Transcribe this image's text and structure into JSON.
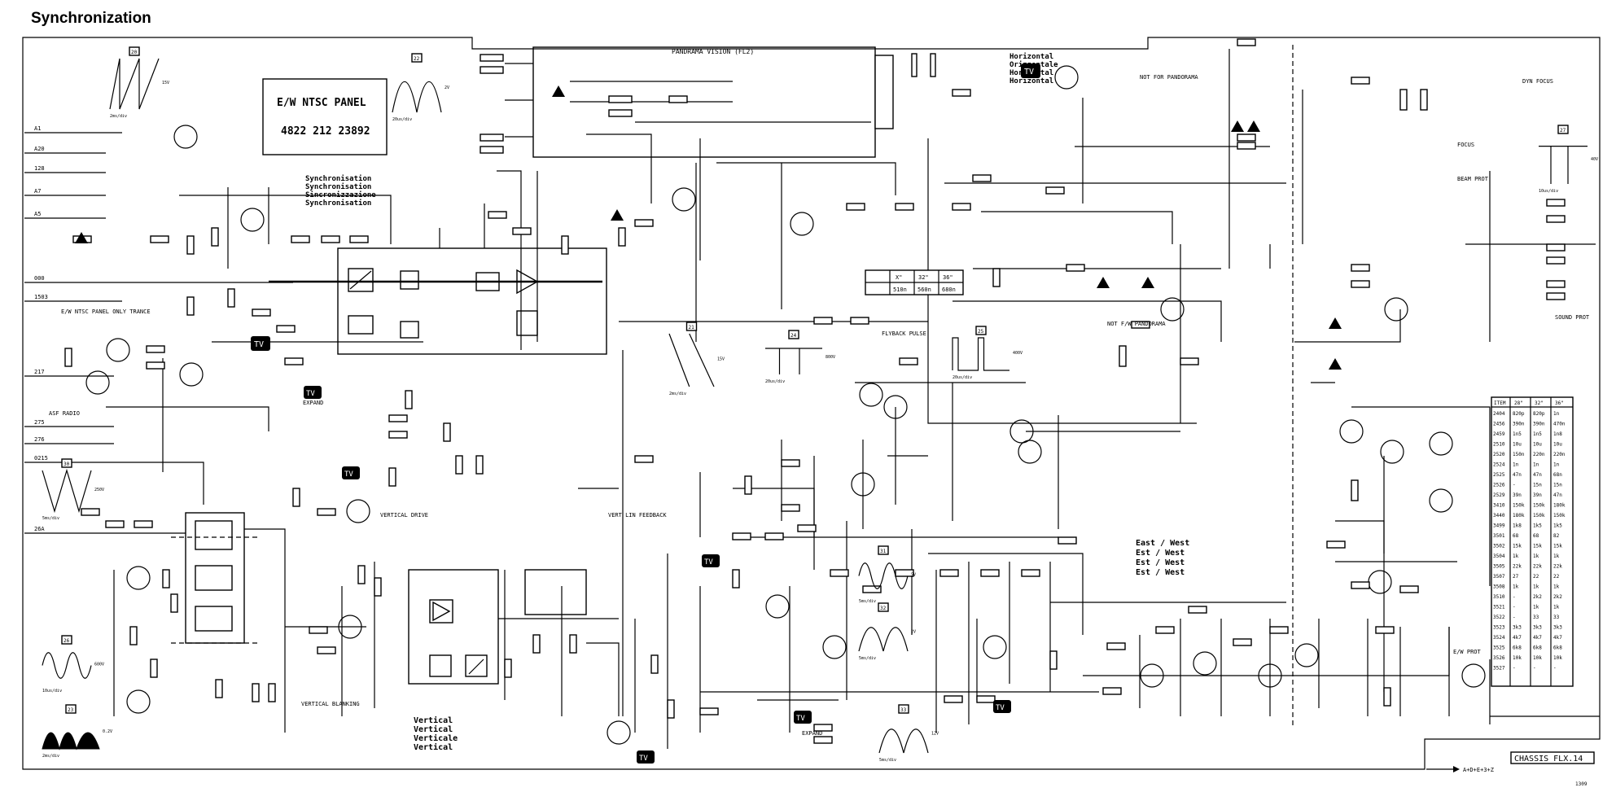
{
  "page": {
    "title": "Synchronization"
  },
  "panel": {
    "line1": "E/W NTSC PANEL",
    "line2": "4822 212 23892"
  },
  "ic_pandorama": {
    "label": "PANDRAMA VISION (FL2)"
  },
  "sync_title": [
    "Synchronisation",
    "Synchronisation",
    "Sincronizzazione",
    "Synchronisation"
  ],
  "horizontal_title": [
    "Horizontal",
    "Orizzontale",
    "Horizontal",
    "Horizontal"
  ],
  "vertical_title": [
    "Vertical",
    "Vertical",
    "Verticale",
    "Vertical"
  ],
  "eastwest_title": [
    "East / West",
    "Est / West",
    "Est / West",
    "Est / West"
  ],
  "chassis": {
    "label": "CHASSIS FLX.14",
    "sub": "1309"
  },
  "footer_ref": "A+D+E+3+Z",
  "labels": {
    "flyback": "FLYBACK PULSE",
    "vert_drive": "VERTICAL DRIVE",
    "vert_feedback": "VERT LIN FEEDBACK",
    "vert_blanking": "VERTICAL BLANKING",
    "ew_panel": "E/W NTSC PANEL ONLY TRANCE",
    "ew_prot": "E/W PROT",
    "dyn_focus": "DYN FOCUS",
    "focus": "FOCUS",
    "sound_prot": "SOUND PROT",
    "beam_prot": "BEAM PROT",
    "not_pandorama": "NOT FOR PANDORAMA",
    "not_ew_pandorama": "NOT F/W PANDORAMA",
    "expand": "EXPAND",
    "tv": "TV"
  },
  "table": {
    "headers": [
      "ITEM",
      "28\"",
      "32\"",
      "36\""
    ],
    "rows": [
      [
        "2404",
        "820p",
        "820p",
        "1n"
      ],
      [
        "2456",
        "390n",
        "390n",
        "470n"
      ],
      [
        "2459",
        "1n5",
        "1n5",
        "1n8"
      ],
      [
        "2510",
        "10u",
        "10u",
        "10u"
      ],
      [
        "2520",
        "150n",
        "220n",
        "220n"
      ],
      [
        "2524",
        "1n",
        "1n",
        "1n"
      ],
      [
        "2525",
        "47n",
        "47n",
        "68n"
      ],
      [
        "2526",
        "-",
        "15n",
        "15n"
      ],
      [
        "2529",
        "39n",
        "39n",
        "47n"
      ],
      [
        "3410",
        "150k",
        "150k",
        "180k"
      ],
      [
        "3440",
        "180k",
        "150k",
        "150k"
      ],
      [
        "3499",
        "1k8",
        "1k5",
        "1k5"
      ],
      [
        "3501",
        "68",
        "68",
        "82"
      ],
      [
        "3502",
        "15k",
        "15k",
        "15k"
      ],
      [
        "3504",
        "1k",
        "1k",
        "1k"
      ],
      [
        "3505",
        "22k",
        "22k",
        "22k"
      ],
      [
        "3507",
        "27",
        "22",
        "22"
      ],
      [
        "3508",
        "1k",
        "1k",
        "1k"
      ],
      [
        "3510",
        "-",
        "2k2",
        "2k2"
      ],
      [
        "3521",
        "-",
        "1k",
        "1k"
      ],
      [
        "3522",
        "-",
        "33",
        "33"
      ],
      [
        "3523",
        "3k3",
        "3k3",
        "3k3"
      ],
      [
        "3524",
        "4k7",
        "4k7",
        "4k7"
      ],
      [
        "3525",
        "6k8",
        "6k8",
        "6k8"
      ],
      [
        "3526",
        "10k",
        "10k",
        "10k"
      ],
      [
        "3527",
        "-",
        "-",
        "-"
      ]
    ]
  },
  "dim_table": {
    "headers": [
      "",
      "X\"",
      "32\"",
      "36\""
    ],
    "values": [
      "510n",
      "560n",
      "680n"
    ]
  },
  "waveforms": [
    {
      "id": "w20",
      "tag": "20",
      "caption": "2ms/div",
      "amp": "15V"
    },
    {
      "id": "w22",
      "tag": "22",
      "caption": "20us/div",
      "amp": "2V"
    },
    {
      "id": "w27",
      "tag": "27",
      "caption": "10us/div",
      "amp": "40V"
    },
    {
      "id": "w30",
      "tag": "30",
      "caption": "5ms/div",
      "amp": "250V"
    },
    {
      "id": "w24",
      "tag": "24",
      "caption": "20us/div",
      "amp": "800V"
    },
    {
      "id": "w25",
      "tag": "25",
      "caption": "20us/div",
      "amp": "400V"
    },
    {
      "id": "w21",
      "tag": "21",
      "caption": "2ms/div",
      "amp": "15V"
    },
    {
      "id": "w23",
      "tag": "23",
      "caption": "2ms/div",
      "amp": "0.2V"
    },
    {
      "id": "w31",
      "tag": "31",
      "caption": "5ms/div",
      "amp": "5V"
    },
    {
      "id": "w32",
      "tag": "32",
      "caption": "5ms/div",
      "amp": "2V"
    },
    {
      "id": "w33",
      "tag": "33",
      "caption": "5ms/div",
      "amp": "12V"
    },
    {
      "id": "w26",
      "tag": "26",
      "caption": "10us/div",
      "amp": "600V"
    }
  ]
}
